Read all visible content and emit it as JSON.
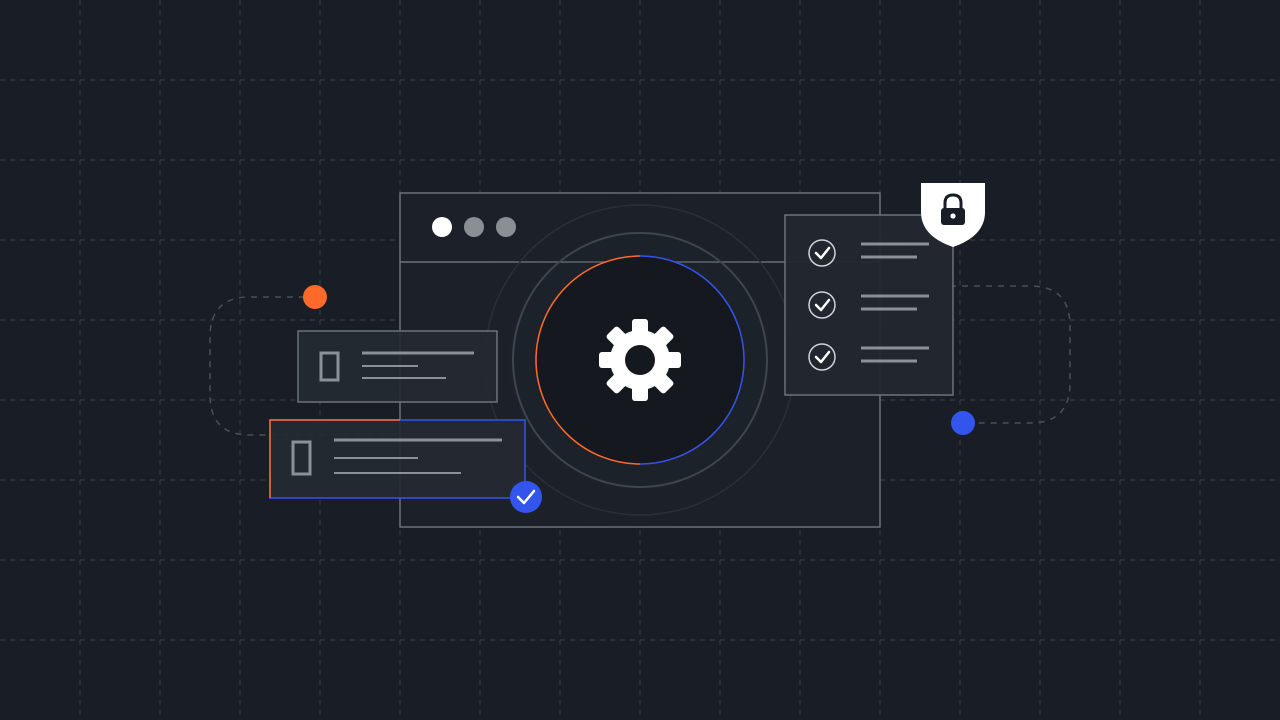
{
  "colors": {
    "background": "#181d26",
    "grid_line": "#3a404b",
    "panel_fill": "#1f242d",
    "panel_stroke": "#6d727a",
    "accent_orange": "#ff6a2b",
    "accent_blue": "#3355ee",
    "icon_white": "#ffffff",
    "dot_gray": "#8a8e95",
    "line_gray": "#8c9097"
  },
  "window": {
    "controls": [
      "window-dot-close",
      "window-dot-minimize",
      "window-dot-maximize"
    ]
  },
  "center": {
    "icon": "gear-icon"
  },
  "checklist": {
    "items": [
      {
        "icon": "check-circle-icon",
        "checked": true
      },
      {
        "icon": "check-circle-icon",
        "checked": true
      },
      {
        "icon": "check-circle-icon",
        "checked": true
      }
    ]
  },
  "security": {
    "icon": "shield-lock-icon"
  },
  "cards": [
    {
      "icon": "document-icon",
      "highlighted": false
    },
    {
      "icon": "document-icon",
      "highlighted": true,
      "badge_icon": "check-badge-icon"
    }
  ],
  "connectors": {
    "left_node_color": "#ff6a2b",
    "right_node_color": "#3355ee"
  }
}
